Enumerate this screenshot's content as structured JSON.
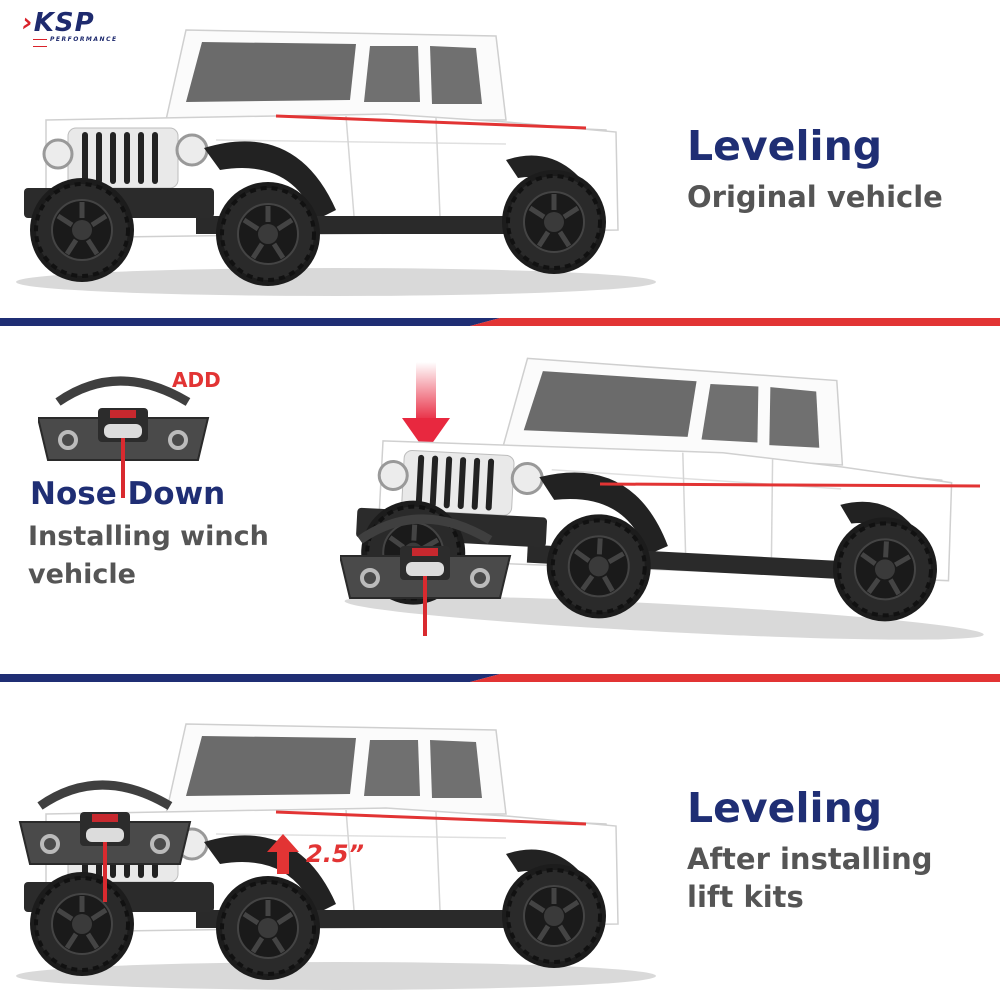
{
  "brand": {
    "logo_text": "KSP",
    "logo_subtext": "PERFORMANCE",
    "colors": {
      "navy": "#1f2e74",
      "red": "#e23434",
      "gray": "#555555"
    }
  },
  "panels": [
    {
      "headline": "Leveling",
      "subline": "Original vehicle",
      "icons": [
        "pickup-truck-icon",
        "level-line-icon"
      ]
    },
    {
      "headline": "Nose Down",
      "subline_lines": [
        "Installing winch",
        "vehicle"
      ],
      "add_label": "ADD",
      "icons": [
        "winch-bumper-icon",
        "down-arrow-icon",
        "pickup-truck-icon",
        "level-line-icon"
      ]
    },
    {
      "headline": "Leveling",
      "subline_lines": [
        "After installing",
        "lift kits"
      ],
      "lift_label": "2.5”",
      "icons": [
        "up-arrow-icon",
        "pickup-truck-icon",
        "level-line-icon"
      ]
    }
  ]
}
